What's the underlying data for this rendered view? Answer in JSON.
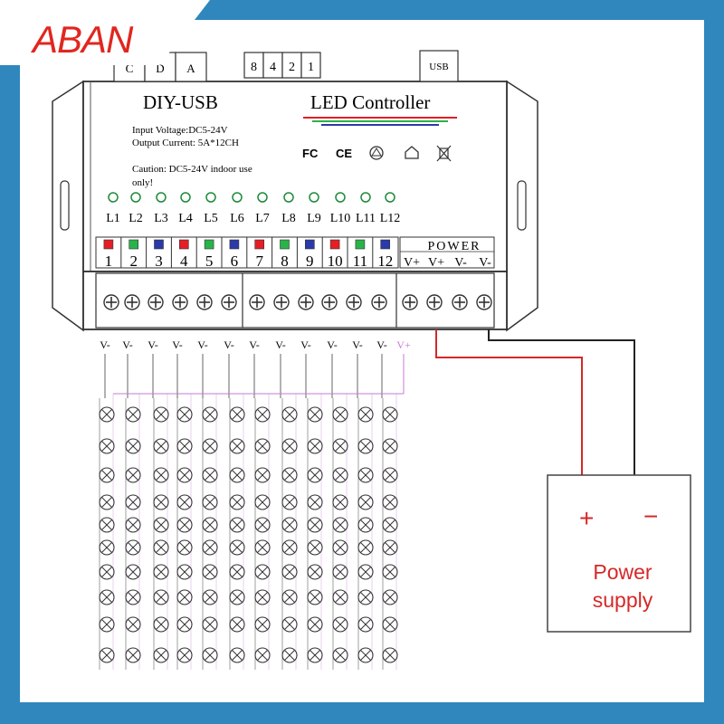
{
  "brand": {
    "logo_text": "ABAN",
    "logo_color": "#e0271f"
  },
  "controller": {
    "title_left": "DIY-USB",
    "title_right": "LED Controller",
    "spec_voltage": "Input Voltage:DC5-24V",
    "spec_current": "Output Current: 5A*12CH",
    "caution_line1": "Caution: DC5-24V indoor use",
    "caution_line2": "only!",
    "cert_marks": [
      "FC",
      "CE"
    ],
    "cert_icons": [
      "recycle-icon",
      "house-icon",
      "weee-bin-icon"
    ],
    "top_connectors": [
      "C",
      "D",
      "A"
    ],
    "dip_switches": [
      "8",
      "4",
      "2",
      "1"
    ],
    "usb_label": "USB",
    "led_labels": [
      "L1",
      "L2",
      "L3",
      "L4",
      "L5",
      "L6",
      "L7",
      "L8",
      "L9",
      "L10",
      "L11",
      "L12"
    ],
    "channel_numbers": [
      "1",
      "2",
      "3",
      "4",
      "5",
      "6",
      "7",
      "8",
      "9",
      "10",
      "11",
      "12"
    ],
    "channel_colors": [
      "#e41e26",
      "#29b34a",
      "#2a3aa8",
      "#e41e26",
      "#29b34a",
      "#2a3aa8",
      "#e41e26",
      "#29b34a",
      "#2a3aa8",
      "#e41e26",
      "#29b34a",
      "#2a3aa8"
    ],
    "power_label": "POWER",
    "power_terminals": [
      "V+",
      "V+",
      "V-",
      "V-"
    ]
  },
  "wiring": {
    "channel_wire_labels": [
      "V-",
      "V-",
      "V-",
      "V-",
      "V-",
      "V-",
      "V-",
      "V-",
      "V-",
      "V-",
      "V-",
      "V-"
    ],
    "common_label": "V+",
    "common_color": "#c77ad6",
    "positive_wire_color": "#d62828",
    "negative_wire_color": "#222222",
    "rows_of_lamps": 10
  },
  "power_supply": {
    "plus": "+",
    "minus": "−",
    "label_line1": "Power",
    "label_line2": "supply",
    "text_color": "#d62828"
  }
}
